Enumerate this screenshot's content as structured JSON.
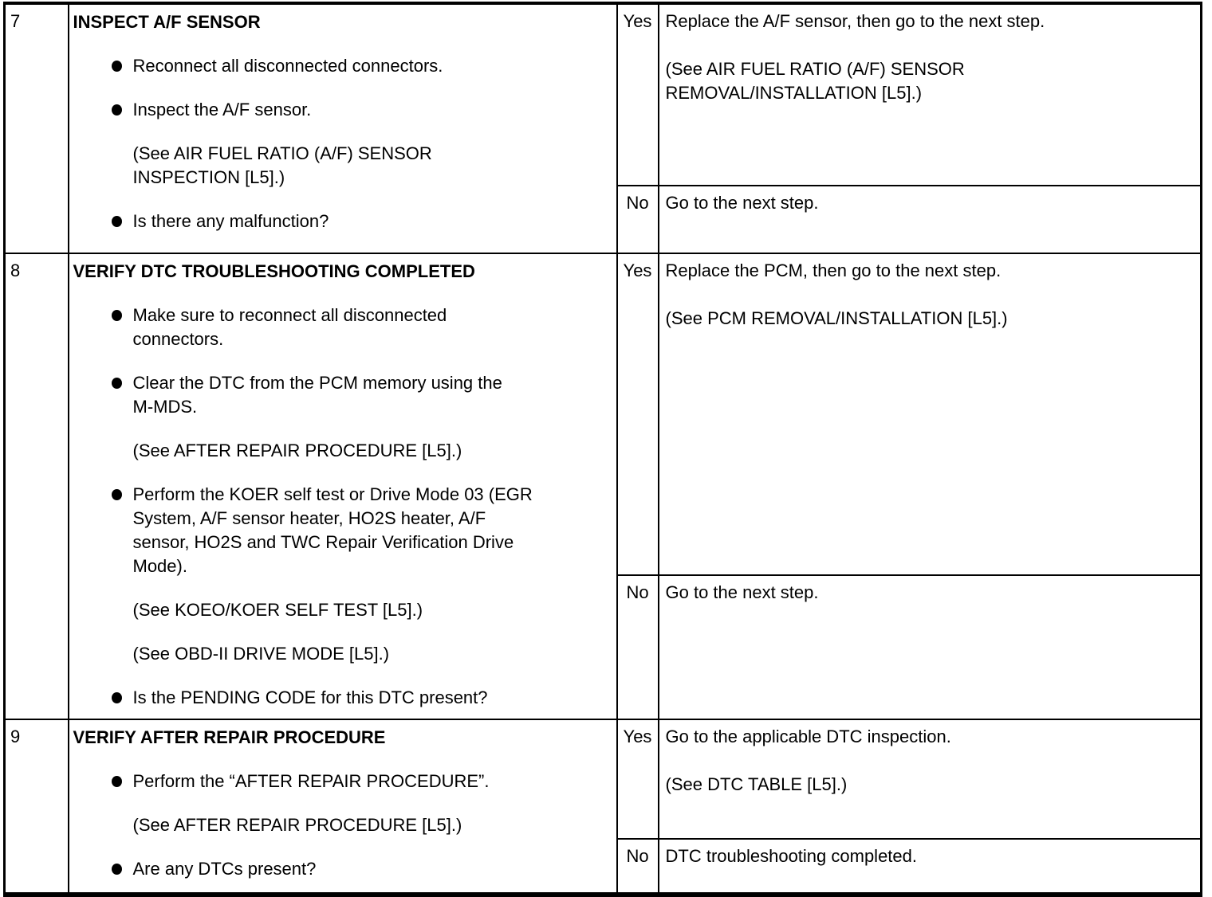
{
  "steps": [
    {
      "number": "7",
      "title": "INSPECT A/F SENSOR",
      "items": [
        {
          "text": "Reconnect all disconnected connectors."
        },
        {
          "text": "Inspect the A/F sensor."
        },
        {
          "text": "(See AIR FUEL RATIO (A/F) SENSOR\nINSPECTION [L5].)"
        },
        {
          "text": "Is there any malfunction?"
        }
      ],
      "yes_label": "Yes",
      "yes_action": "Replace the A/F sensor, then go to the next step.\n\n(See AIR FUEL RATIO (A/F) SENSOR\nREMOVAL/INSTALLATION [L5].)",
      "no_label": "No",
      "no_action": "Go to the next step."
    },
    {
      "number": "8",
      "title": "VERIFY DTC TROUBLESHOOTING COMPLETED",
      "items": [
        {
          "text": "Make sure to reconnect all disconnected\nconnectors."
        },
        {
          "text": "Clear the DTC from the PCM memory using the\nM-MDS."
        },
        {
          "text": "(See AFTER REPAIR PROCEDURE [L5].)"
        },
        {
          "text": "Perform the KOER self test or Drive Mode 03 (EGR\nSystem, A/F sensor heater, HO2S heater, A/F\nsensor, HO2S and TWC Repair Verification Drive\nMode)."
        },
        {
          "text": "(See KOEO/KOER SELF TEST [L5].)"
        },
        {
          "text": "(See OBD-II DRIVE MODE [L5].)"
        },
        {
          "text": "Is the PENDING CODE for this DTC present?"
        }
      ],
      "yes_label": "Yes",
      "yes_action": "Replace the PCM, then go to the next step.\n\n(See PCM REMOVAL/INSTALLATION [L5].)",
      "no_label": "No",
      "no_action": "Go to the next step."
    },
    {
      "number": "9",
      "title": "VERIFY AFTER REPAIR PROCEDURE",
      "items": [
        {
          "text": "Perform the “AFTER REPAIR PROCEDURE”."
        },
        {
          "text": "(See AFTER REPAIR PROCEDURE [L5].)"
        },
        {
          "text": "Are any DTCs present?"
        }
      ],
      "yes_label": "Yes",
      "yes_action": "Go to the applicable DTC inspection.\n\n(See DTC TABLE [L5].)",
      "no_label": "No",
      "no_action": "DTC troubleshooting completed."
    }
  ]
}
